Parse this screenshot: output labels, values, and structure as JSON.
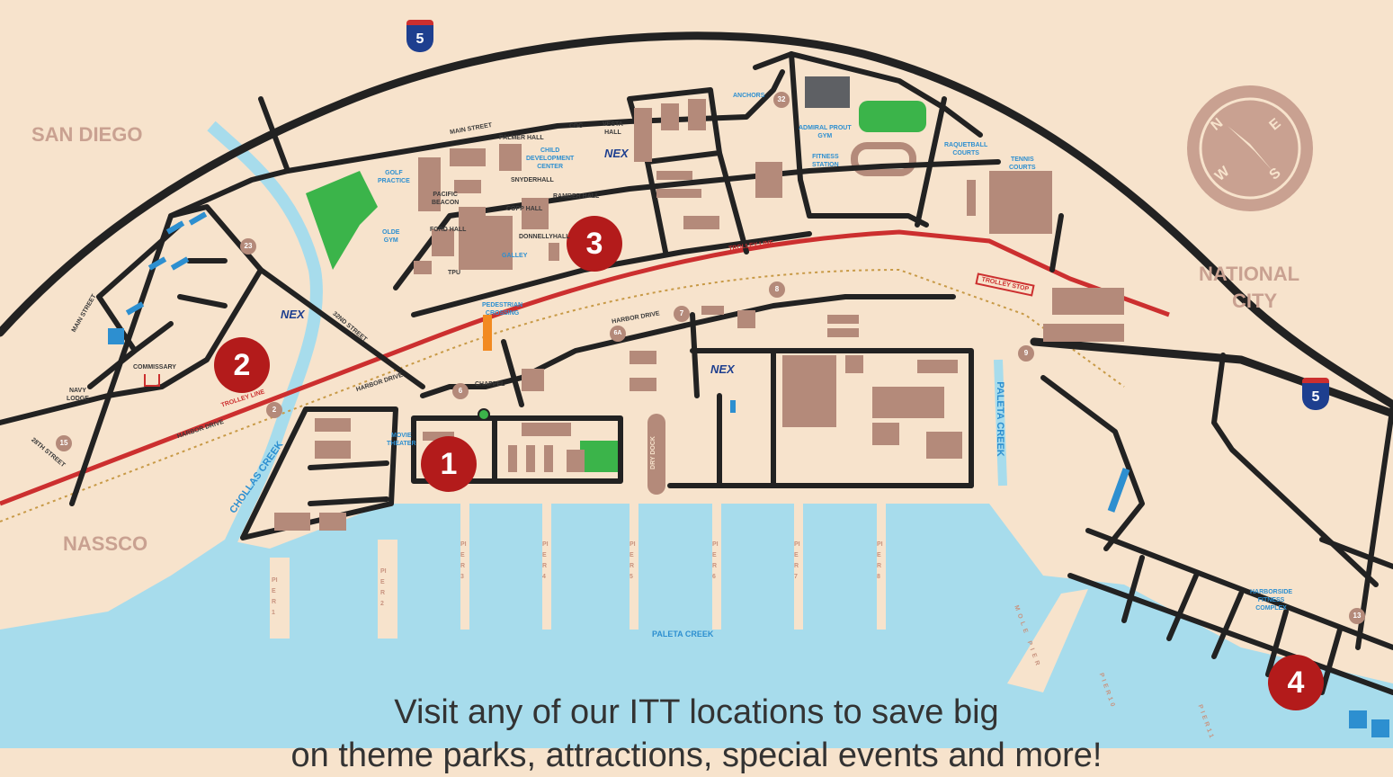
{
  "colors": {
    "land": "#f7e3cc",
    "water": "#a7dcec",
    "road": "#222222",
    "building": "#b48a7a",
    "park": "#3bb44a",
    "trolley": "#cc2f2f",
    "marker": "#b31b1b",
    "label_blue": "#2d8fd0"
  },
  "areas": {
    "san_diego": "SAN DIEGO",
    "national_city_1": "NATIONAL",
    "national_city_2": "CITY",
    "nassco": "NASSCO"
  },
  "markers": [
    "1",
    "2",
    "3",
    "4"
  ],
  "highways": {
    "i5_a": "5",
    "i5_b": "5",
    "r23": "23",
    "r32": "32",
    "r15": "15",
    "r2": "2",
    "r6": "6",
    "r6a": "6A",
    "r7": "7",
    "r8": "8",
    "r9": "9",
    "r13": "13"
  },
  "streets": {
    "main_street": "MAIN STREET",
    "main_street_v": "MAIN STREET",
    "32nd_street": "32ND STREET",
    "harbor_drive_1": "HARBOR DRIVE",
    "harbor_drive_2": "HARBOR DRIVE",
    "harbor_drive_3": "HARBOR DRIVE",
    "28th_street": "28TH STREET",
    "trolley_line_1": "TROLLEY LINE",
    "trolley_line_2": "TROLLEY LINE",
    "trolley_stop": "TROLLEY STOP"
  },
  "places": {
    "cdc": "CDC",
    "vesta1": "VESTA",
    "vesta2": "HALL",
    "palmer": "PALMER HALL",
    "child1": "CHILD",
    "child2": "DEVELOPMENT",
    "child3": "CENTER",
    "golf1": "GOLF",
    "golf2": "PRACTICE",
    "pacific1": "PACIFIC",
    "pacific2": "BEACON",
    "snyder": "SNYDERHALL",
    "ramber": "RAMBER HALL",
    "copp": "COPP HALL",
    "ford": "FORD HALL",
    "donnelly": "DONNELLYHALL",
    "olde1": "OLDE",
    "olde2": "GYM",
    "galley": "GALLEY",
    "tpu": "TPU",
    "anchors": "ANCHORS",
    "admiral1": "ADMIRAL PROUT",
    "admiral2": "GYM",
    "fitness1": "FITNESS",
    "fitness2": "STATION",
    "raq1": "RAQUETBALL",
    "raq2": "COURTS",
    "tennis1": "TENNIS",
    "tennis2": "COURTS",
    "ped1": "PEDESTRIAN",
    "ped2": "CROSSING",
    "chappel": "CHAPPEL",
    "commissary": "COMMISSARY",
    "navy1": "NAVY",
    "navy2": "LODGE",
    "movie1": "MOVIE",
    "movie2": "THEATER",
    "cholla": "CHOLLAS CREEK",
    "paleta_v": "PALETA CREEK",
    "paleta_h": "PALETA CREEK",
    "dry_dock": "DRY DOCK",
    "harborside1": "HARBORSIDE",
    "harborside2": "FITNESS",
    "harborside3": "COMPLEX",
    "nex": "NEX",
    "mole_pier": "MOLE PIER"
  },
  "piers": [
    "PIER1",
    "PIER2",
    "PIER3",
    "PIER4",
    "PIER5",
    "PIER6",
    "PIER7",
    "PIER8",
    "PIER10",
    "PIER11"
  ],
  "compass": {
    "n": "N",
    "e": "E",
    "s": "S",
    "w": "W"
  },
  "caption": {
    "line1": "Visit any of our ITT locations to save big",
    "line2": "on theme parks, attractions, special events and more!"
  }
}
